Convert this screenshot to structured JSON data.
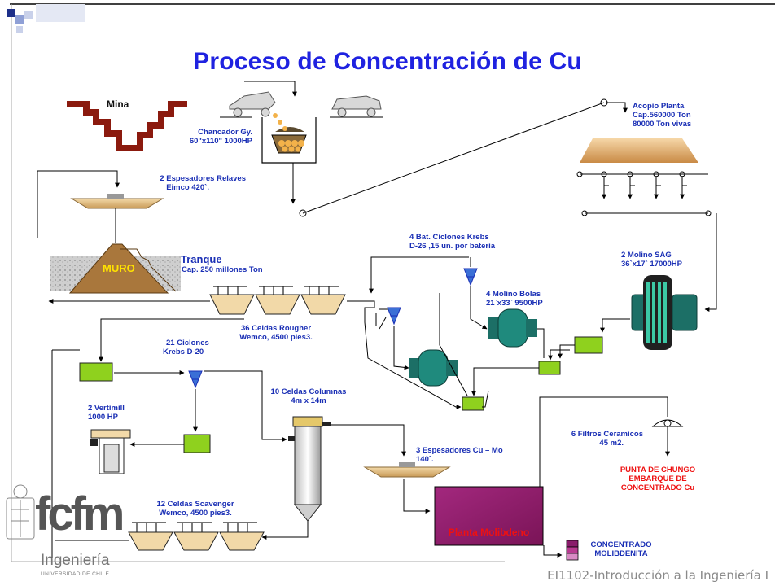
{
  "title": "Proceso de Concentración de Cu",
  "footer": "EI1102-Introducción a la Ingeniería I",
  "logo": {
    "text": "fcfm",
    "subtitle": "Ingeniería",
    "university": "UNIVERSIDAD DE CHILE"
  },
  "nodes": {
    "mina": "Mina",
    "chancador": [
      "Chancador Gy.",
      "60\"x110\" 1000HP"
    ],
    "acopio": [
      "Acopio Planta",
      "Cap.560000 Ton",
      "80000 Ton vivas"
    ],
    "espesadores_relaves": [
      "2 Espesadores Relaves",
      "Eimco 420`."
    ],
    "tranque_title": "Tranque",
    "tranque_cap": "Cap. 250 millones Ton",
    "muro": "MURO",
    "ciclones_krebs": [
      "4 Bat. Ciclones Krebs",
      "D-26 ,15 un. por batería"
    ],
    "molino_sag": [
      "2 Molino SAG",
      "36`x17`  17000HP"
    ],
    "molino_bolas": [
      "4 Molino Bolas",
      "21`x33`  9500HP"
    ],
    "rougher": [
      "36 Celdas Rougher",
      "Wemco, 4500 pies3."
    ],
    "ciclones_d20": [
      "21 Ciclones",
      "Krebs D-20"
    ],
    "vertimill": [
      "2 Vertimill",
      "1000 HP"
    ],
    "columnas": [
      "10 Celdas Columnas",
      "4m x 14m"
    ],
    "espesadores_cumo": [
      "3 Espesadores Cu – Mo",
      "140`."
    ],
    "filtros": [
      "6 Filtros Ceramicos",
      "45 m2."
    ],
    "punta_chungo": "PUNTA DE CHUNGO\nEMBARQUE DE\nCONCENTRADO Cu",
    "scavenger": [
      "12 Celdas Scavenger",
      "Wemco, 4500 pies3."
    ],
    "planta_molibdeno": "Planta Molibdeno",
    "concentrado_mo": [
      "CONCENTRADO",
      "MOLIBDENITA"
    ]
  },
  "colors": {
    "title": "#1f22e0",
    "label": "#1a2fb5",
    "cell_green": "#8fd11e",
    "mill_teal": "#1f8a7d",
    "planta_mo": "#9b1c74",
    "tailings": "#a9773c",
    "pit": "#8b1a0e",
    "accent_red": "#ee1111"
  }
}
